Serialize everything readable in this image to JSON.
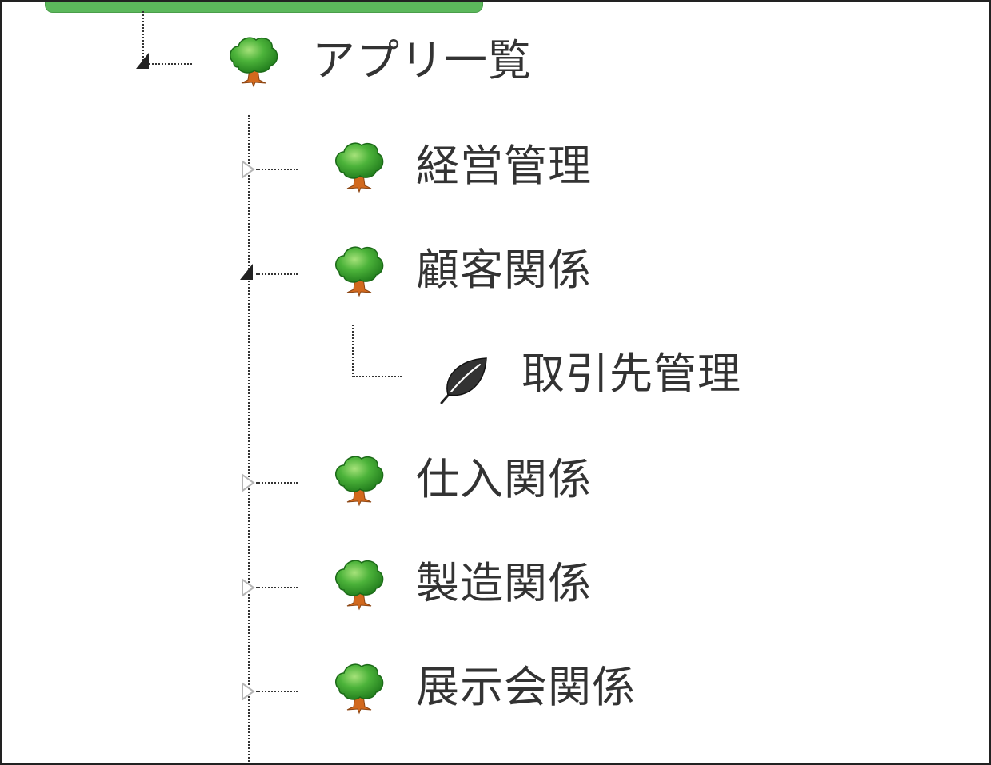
{
  "tree": {
    "root": {
      "label": "アプリ一覧",
      "state": "expanded",
      "icon": "tree-icon"
    },
    "children": [
      {
        "label": "経営管理",
        "state": "collapsed",
        "icon": "tree-icon"
      },
      {
        "label": "顧客関係",
        "state": "expanded",
        "icon": "tree-icon",
        "children": [
          {
            "label": "取引先管理",
            "icon": "leaf-icon"
          }
        ]
      },
      {
        "label": "仕入関係",
        "state": "collapsed",
        "icon": "tree-icon"
      },
      {
        "label": "製造関係",
        "state": "collapsed",
        "icon": "tree-icon"
      },
      {
        "label": "展示会関係",
        "state": "collapsed",
        "icon": "tree-icon"
      }
    ]
  },
  "colors": {
    "selected_bar": "#5cb85c",
    "tree_canopy": "#3aa52e",
    "tree_trunk": "#d2691e",
    "leaf": "#333333",
    "connector": "#333333",
    "text": "#333333"
  }
}
